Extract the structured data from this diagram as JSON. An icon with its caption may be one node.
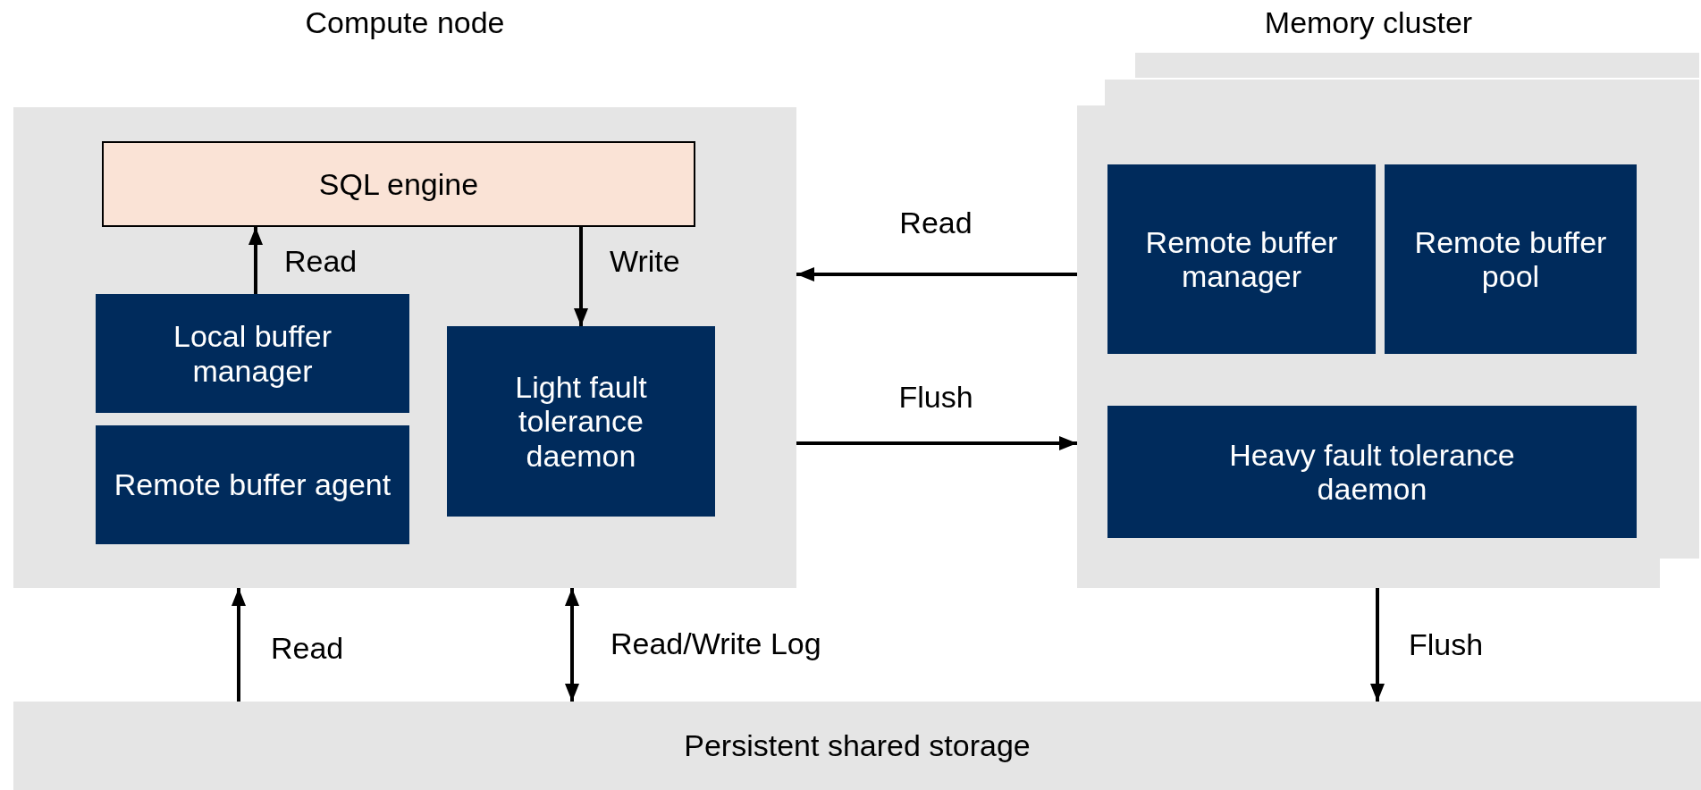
{
  "diagram": {
    "nodes": [
      {
        "text": [
          "Compute node"
        ]
      },
      {
        "text": [
          "SQL engine"
        ],
        "in": 0
      },
      {
        "text": [
          "Local buffer manager"
        ],
        "in": 0
      },
      {
        "text": [
          "Remote buffer agent"
        ],
        "in": 0
      },
      {
        "text": [
          "Light fault tolerance daemon"
        ],
        "in": 0
      },
      {
        "text": [
          "Memory cluster"
        ]
      },
      {
        "text": [
          "Remote buffer manager"
        ],
        "in": 5
      },
      {
        "text": [
          "Remote buffer pool"
        ],
        "in": 5
      },
      {
        "text": [
          "Heavy fault tolerance daemon"
        ],
        "in": 5
      },
      {
        "text": [
          "Persistent shared storage"
        ]
      }
    ],
    "edges": [
      {
        "from": 5,
        "to": 0,
        "arrow": "to",
        "label": "Read"
      },
      {
        "from": 0,
        "to": 5,
        "arrow": "to",
        "label": "Flush"
      },
      {
        "from": 2,
        "to": 1,
        "arrow": "to",
        "label": "Read"
      },
      {
        "from": 1,
        "to": 4,
        "arrow": "to",
        "label": "Write"
      },
      {
        "from": 9,
        "to": 0,
        "arrow": "to",
        "label": "Read"
      },
      {
        "from": 0,
        "to": 9,
        "arrow": "both",
        "label": "Read/Write Log"
      },
      {
        "from": 5,
        "to": 9,
        "arrow": "to",
        "label": "Flush"
      }
    ]
  }
}
